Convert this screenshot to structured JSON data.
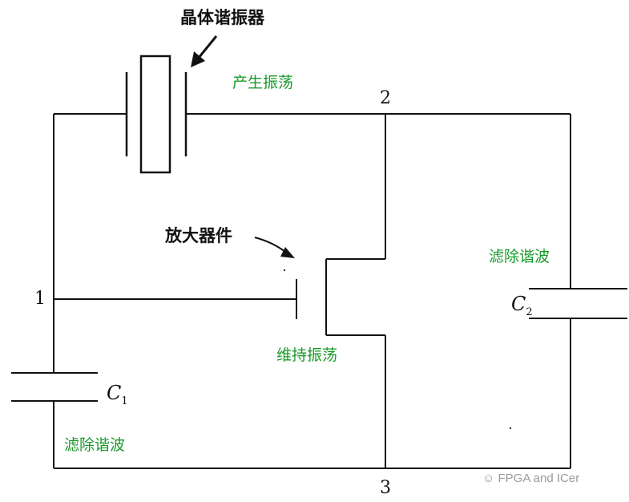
{
  "labels": {
    "crystal": "晶体谐振器",
    "amplifier": "放大器件",
    "generate_osc": "产生振荡",
    "maintain_osc": "维持振荡",
    "filter_left": "滤除谐波",
    "filter_right": "滤除谐波"
  },
  "nodes": {
    "n1": "1",
    "n2": "2",
    "n3": "3"
  },
  "capacitors": {
    "c1": {
      "letter": "C",
      "sub": "1"
    },
    "c2": {
      "letter": "C",
      "sub": "2"
    }
  },
  "watermark": "FPGA and ICer",
  "colors": {
    "wire": "#111111",
    "annotation": "#1a9a2a",
    "watermark": "#9a9a9a"
  }
}
